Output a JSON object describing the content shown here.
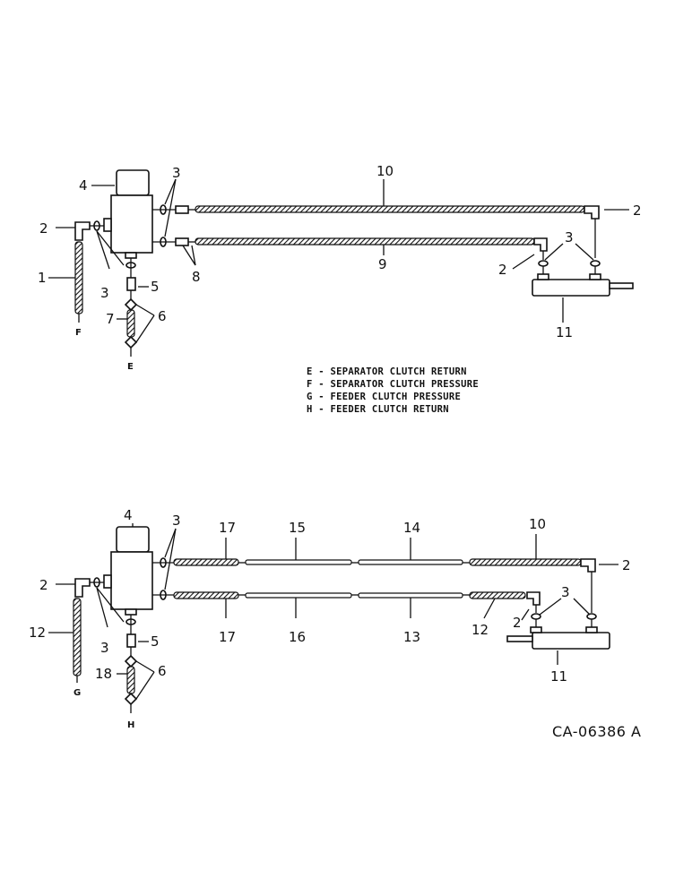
{
  "legend": {
    "e": "E - SEPARATOR CLUTCH RETURN",
    "f": "F - SEPARATOR CLUTCH PRESSURE",
    "g": "G - FEEDER CLUTCH PRESSURE",
    "h": "H - FEEDER CLUTCH RETURN"
  },
  "drawing_code": "CA-06386 A",
  "top_view": {
    "labels": {
      "l1": "1",
      "l2a": "2",
      "l2b": "2",
      "l2c": "2",
      "l3a": "3",
      "l3b": "3",
      "l3c": "3",
      "l4": "4",
      "l5": "5",
      "l6": "6",
      "l7": "7",
      "l8": "8",
      "l9": "9",
      "l10": "10",
      "l11": "11",
      "e": "E",
      "f": "F"
    }
  },
  "bottom_view": {
    "labels": {
      "l2a": "2",
      "l2b": "2",
      "l2c": "2",
      "l3a": "3",
      "l3b": "3",
      "l3c": "3",
      "l4": "4",
      "l5": "5",
      "l6": "6",
      "l10": "10",
      "l11": "11",
      "l12a": "12",
      "l12b": "12",
      "l13": "13",
      "l14": "14",
      "l15": "15",
      "l16": "16",
      "l17a": "17",
      "l17b": "17",
      "l18": "18",
      "g": "G",
      "h": "H"
    }
  }
}
